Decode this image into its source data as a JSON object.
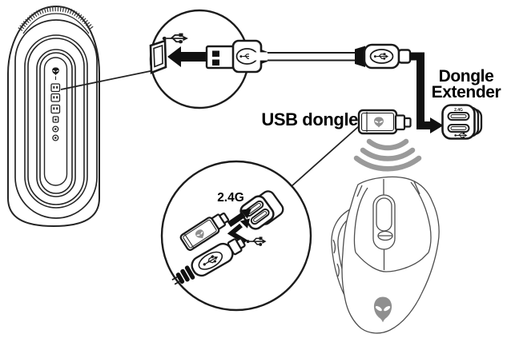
{
  "title": "Wireless USB dongle connection diagram",
  "labels": {
    "usb_dongle": "USB dongle",
    "dongle_extender_line1": "Dongle",
    "dongle_extender_line2": "Extender",
    "wireless_mode": "2.4G",
    "extender_port": "2.4G"
  },
  "colors": {
    "background": "#ffffff",
    "line": "#1c1c1c",
    "arrow_black": "#111111",
    "wave_gray": "#9a9a9a",
    "logo_gray": "#8f8f8f",
    "mouse_line": "#4d4d4d"
  },
  "icons": [
    "usb-trident-icon",
    "alien-head-icon",
    "wireless-waves-icon",
    "insert-arrow-icon",
    "elbow-arrow-icon",
    "zigzag-arrow-icon",
    "usb-a-connector-icon",
    "usb-c-connector-icon",
    "usb-dongle-icon",
    "dongle-extender-icon",
    "desktop-tower",
    "gaming-mouse"
  ]
}
